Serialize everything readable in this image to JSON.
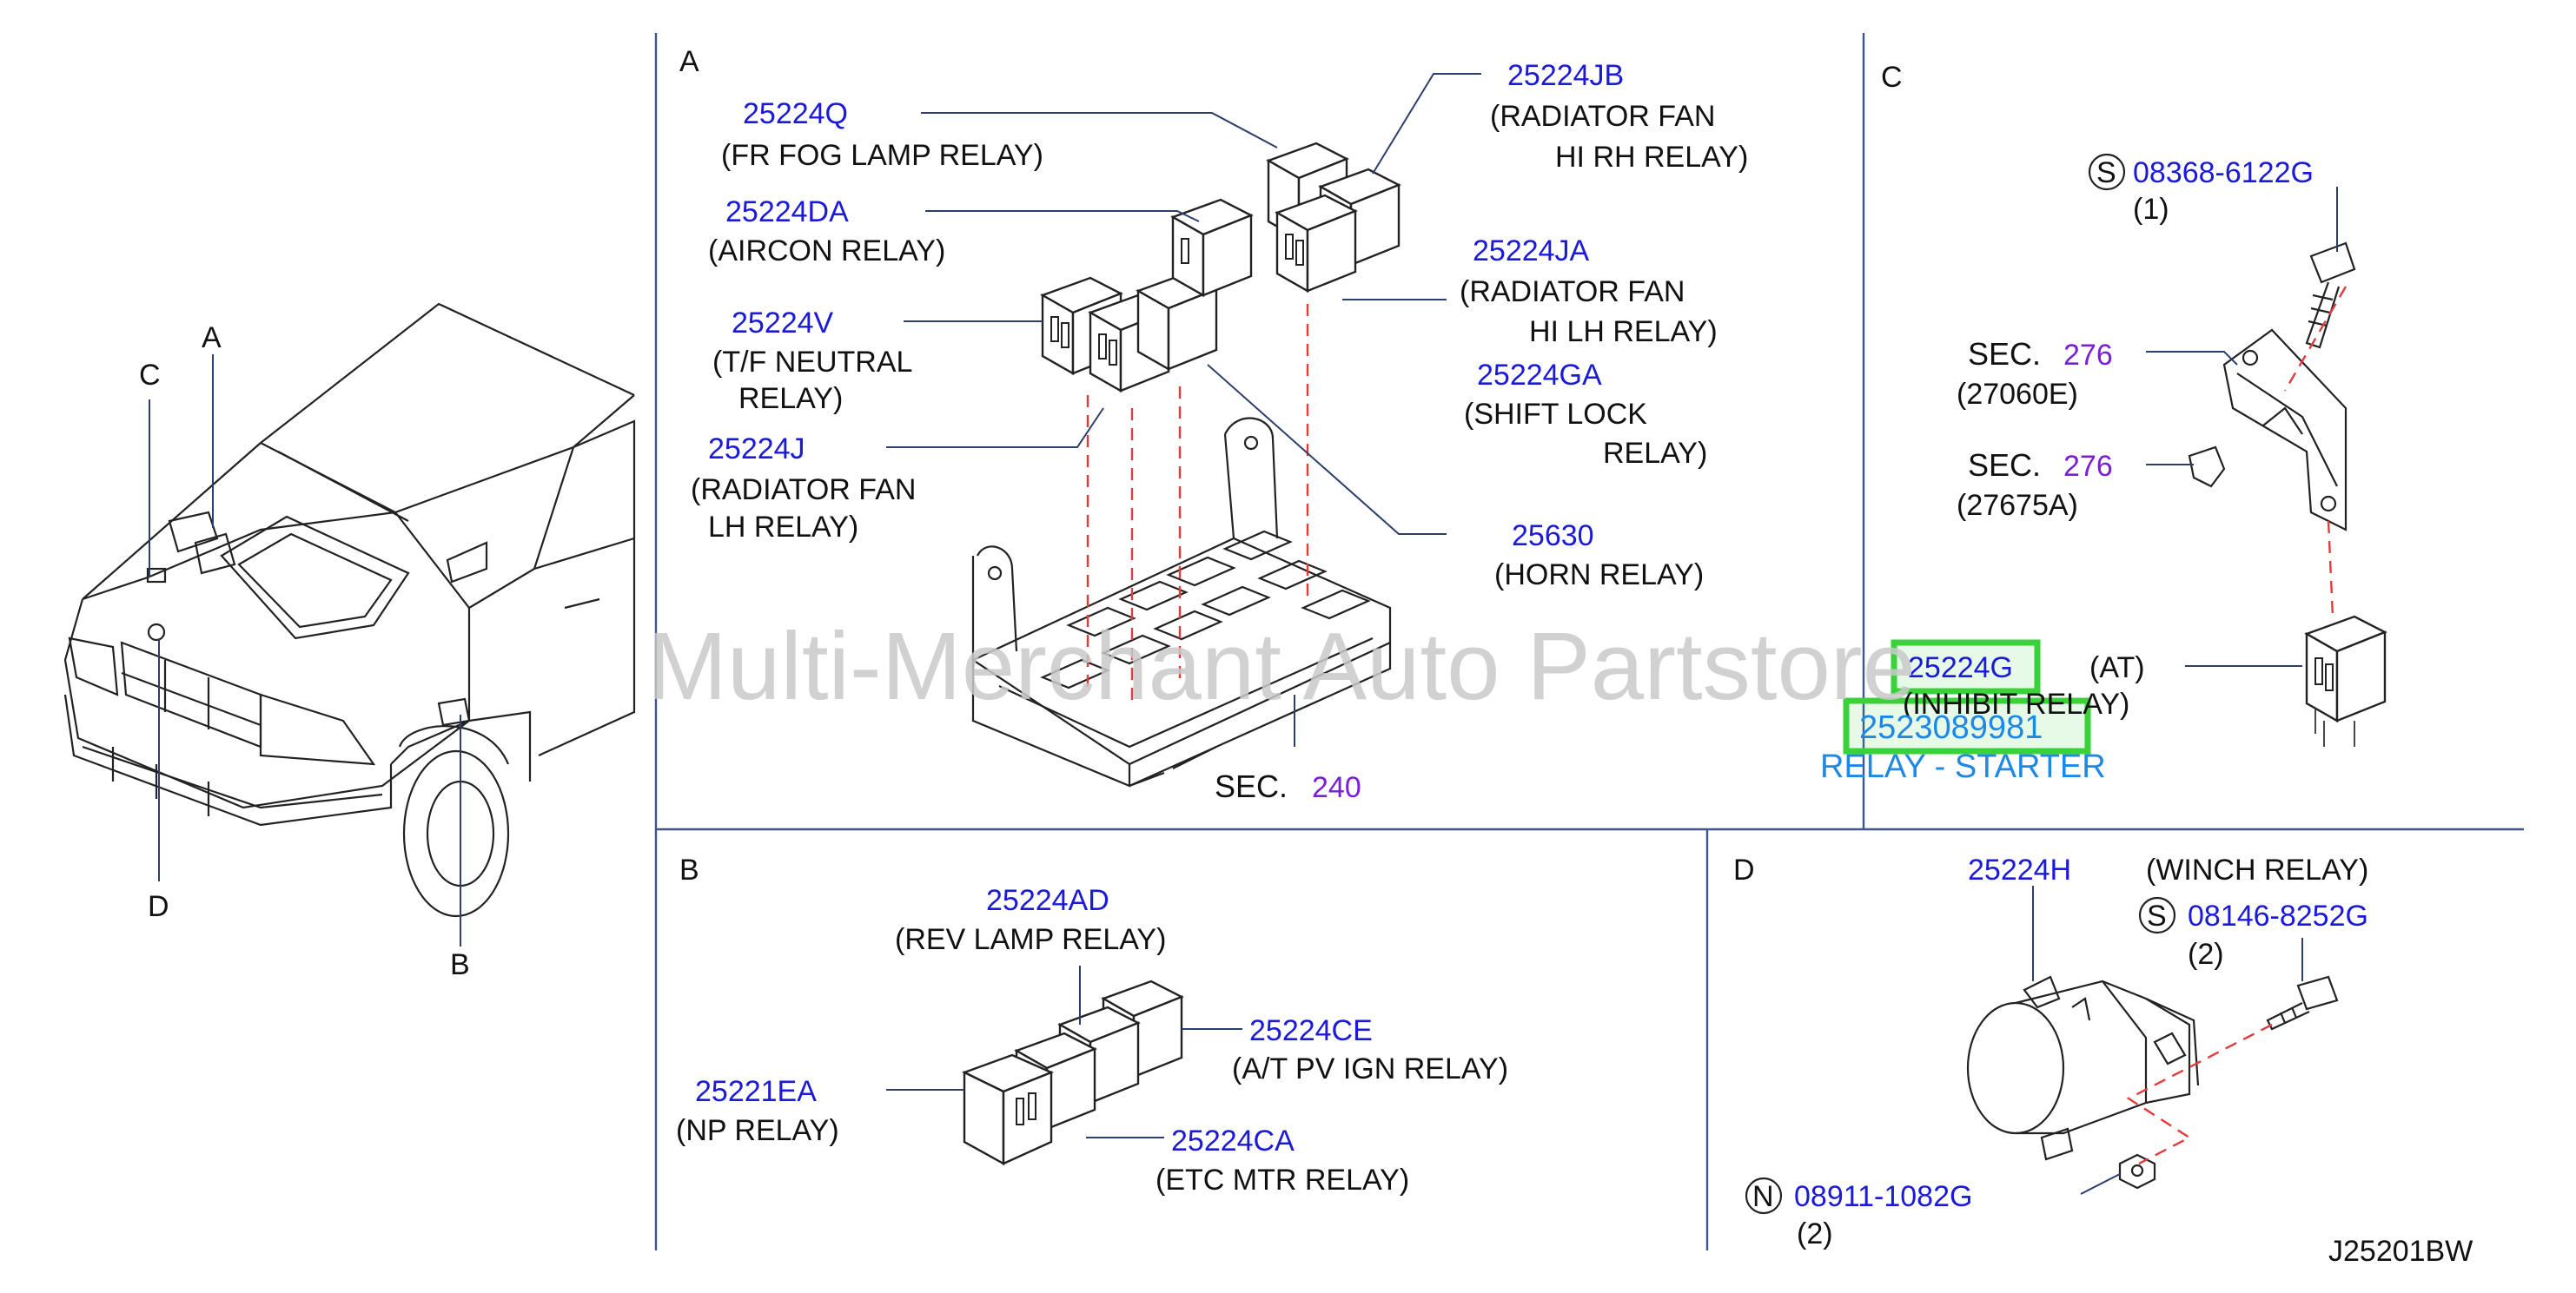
{
  "watermark": "Multi-Merchant Auto Partstore",
  "diagram_code": "J25201BW",
  "vehicle_callouts": {
    "a": "A",
    "b": "B",
    "c": "C",
    "d": "D"
  },
  "section_a": {
    "letter": "A",
    "parts": {
      "fog": {
        "pn": "25224Q",
        "desc": [
          "(FR FOG LAMP RELAY)"
        ]
      },
      "aircon": {
        "pn": "25224DA",
        "desc": [
          "(AIRCON RELAY)"
        ]
      },
      "tf": {
        "pn": "25224V",
        "desc": [
          "(T/F NEUTRAL",
          "RELAY)"
        ]
      },
      "rad_lh": {
        "pn": "25224J",
        "desc": [
          "(RADIATOR FAN",
          "LH RELAY)"
        ]
      },
      "rad_hi_rh": {
        "pn": "25224JB",
        "desc": [
          "(RADIATOR FAN",
          "HI RH RELAY)"
        ]
      },
      "rad_hi_lh": {
        "pn": "25224JA",
        "desc": [
          "(RADIATOR FAN",
          "HI LH RELAY)"
        ]
      },
      "shift": {
        "pn": "25224GA",
        "desc": [
          "(SHIFT LOCK",
          "RELAY)"
        ]
      },
      "horn": {
        "pn": "25630",
        "desc": [
          "(HORN RELAY)"
        ]
      }
    },
    "sec_label": "SEC.",
    "sec_num": "240"
  },
  "section_b": {
    "letter": "B",
    "parts": {
      "rev": {
        "pn": "25224AD",
        "desc": [
          "(REV LAMP RELAY)"
        ]
      },
      "atpv": {
        "pn": "25224CE",
        "desc": [
          "(A/T PV IGN RELAY)"
        ]
      },
      "np": {
        "pn": "25221EA",
        "desc": [
          "(NP RELAY)"
        ]
      },
      "etc": {
        "pn": "25224CA",
        "desc": [
          "(ETC MTR RELAY)"
        ]
      }
    }
  },
  "section_c": {
    "letter": "C",
    "bolt": {
      "mark": "S",
      "pn": "08368-6122G",
      "qty": "(1)"
    },
    "sec1": {
      "label": "SEC.",
      "num": "276",
      "code": "(27060E)"
    },
    "sec2": {
      "label": "SEC.",
      "num": "276",
      "code": "(27675A)"
    },
    "inhibit": {
      "pn": "25224G",
      "at": "(AT)",
      "desc": "(INHIBIT RELAY)"
    },
    "highlight": {
      "pn": "2523089981",
      "label": "RELAY - STARTER"
    }
  },
  "section_d": {
    "letter": "D",
    "winch": {
      "pn": "25224H",
      "desc": "(WINCH RELAY)"
    },
    "bolt": {
      "mark": "S",
      "pn": "08146-8252G",
      "qty": "(2)"
    },
    "nut": {
      "mark": "N",
      "pn": "08911-1082G",
      "qty": "(2)"
    }
  },
  "colors": {
    "part_number": "#1a1ad8",
    "section_ref": "#7a1fd6",
    "highlight": "#3ad13a",
    "starter_label": "#1e88e5",
    "dashed_guide": "#e23b3b"
  }
}
